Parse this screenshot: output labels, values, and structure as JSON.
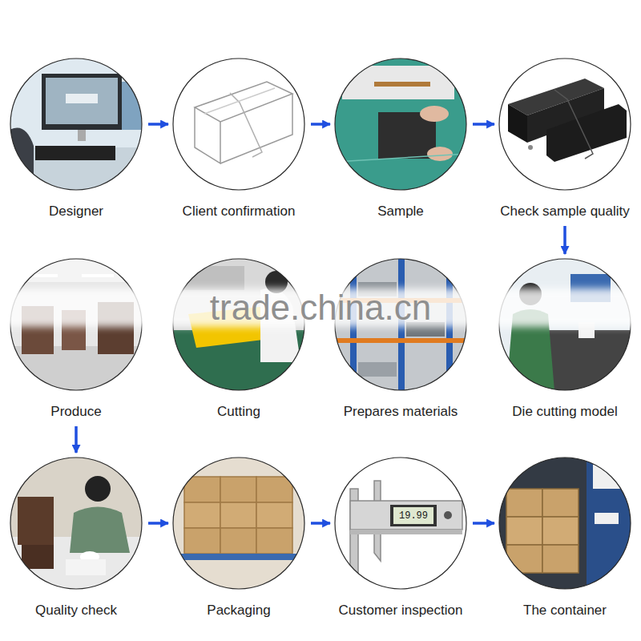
{
  "diagram": {
    "nodes": [
      {
        "text": [
          "Designer"
        ]
      },
      {
        "text": [
          "Client confirmation"
        ]
      },
      {
        "text": [
          "Sample"
        ]
      },
      {
        "text": [
          "Check sample quality"
        ]
      },
      {
        "text": [
          "Produce"
        ]
      },
      {
        "text": [
          "Cutting"
        ]
      },
      {
        "text": [
          "Prepares materials"
        ]
      },
      {
        "text": [
          "Die cutting model"
        ]
      },
      {
        "text": [
          "Quality check"
        ]
      },
      {
        "text": [
          "Packaging"
        ]
      },
      {
        "text": [
          "Customer inspection"
        ]
      },
      {
        "text": [
          "The container"
        ]
      }
    ],
    "edges": [
      {
        "from": 0,
        "to": 1,
        "arrow": "to"
      },
      {
        "from": 1,
        "to": 2,
        "arrow": "to"
      },
      {
        "from": 2,
        "to": 3,
        "arrow": "to"
      },
      {
        "from": 3,
        "to": 7,
        "arrow": "to"
      },
      {
        "from": 4,
        "to": 8,
        "arrow": "to"
      },
      {
        "from": 8,
        "to": 9,
        "arrow": "to"
      },
      {
        "from": 9,
        "to": 10,
        "arrow": "to"
      },
      {
        "from": 10,
        "to": 11,
        "arrow": "to"
      }
    ],
    "labels": [
      "trade.china.cn",
      "19.99"
    ]
  }
}
